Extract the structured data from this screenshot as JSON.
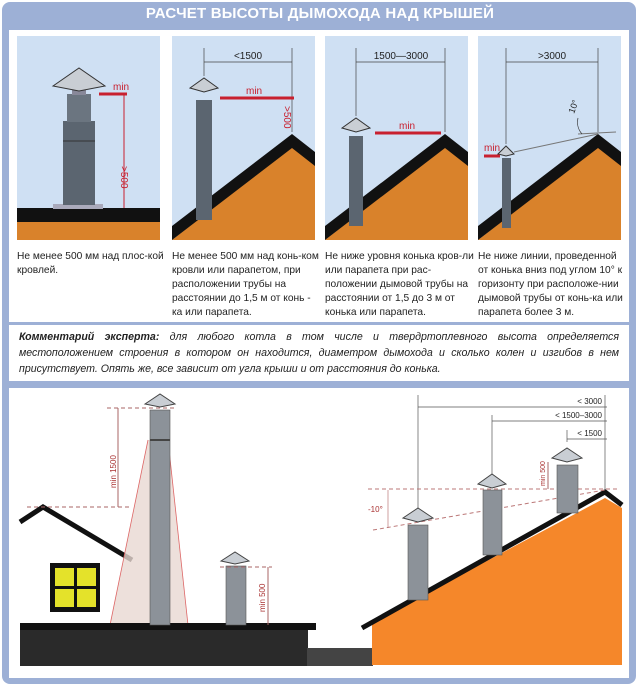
{
  "title": "РАСЧЕТ ВЫСОТЫ ДЫМОХОДА НАД КРЫШЕЙ",
  "panels": [
    {
      "labels": {
        "min": "min",
        "height": ">500"
      },
      "caption": "Не менее 500 мм над плос-кой кровлей."
    },
    {
      "labels": {
        "distance": "<1500",
        "min": "min",
        "height": ">500"
      },
      "caption": "Не менее 500 мм над конь-ком кровли или парапетом, при расположении трубы на расстоянии до 1,5 м от конь - ка или парапета."
    },
    {
      "labels": {
        "distance": "1500—3000",
        "min": "min"
      },
      "caption": "Не ниже уровня конька кров-ли или парапета при рас-положении дымовой трубы на расстоянии от 1,5 до 3 м от конька или парапета."
    },
    {
      "labels": {
        "distance": ">3000",
        "min": "min",
        "angle": "10°"
      },
      "caption": "Не ниже линии, проведенной от конька вниз под углом 10° к горизонту при расположе-нии дымовой трубы от конь-ка или парапета более 3 м."
    }
  ],
  "comment": {
    "lead": "Комментарий эксперта:",
    "text": " для любого котла в том числе и твердртоплевного высота определяется местоположением строения в котором он находится, диаметром дымохода и сколько колен и изгибов в нем присутствует. Опять же, все зависит от угла крыши и от расстояния до конька."
  },
  "bottom": {
    "left": {
      "tall": "min 1500",
      "short": "min 500"
    },
    "right": {
      "d1": "< 3000",
      "d2": "< 1500–3000",
      "d3": "< 1500",
      "min": "min 500",
      "angle": "-10°"
    }
  },
  "colors": {
    "frame": "#9db0d6",
    "sky": "#cfe0f3",
    "roof": "#d9822b",
    "bottom_roof": "#f5872a",
    "accent": "#c8202f"
  }
}
